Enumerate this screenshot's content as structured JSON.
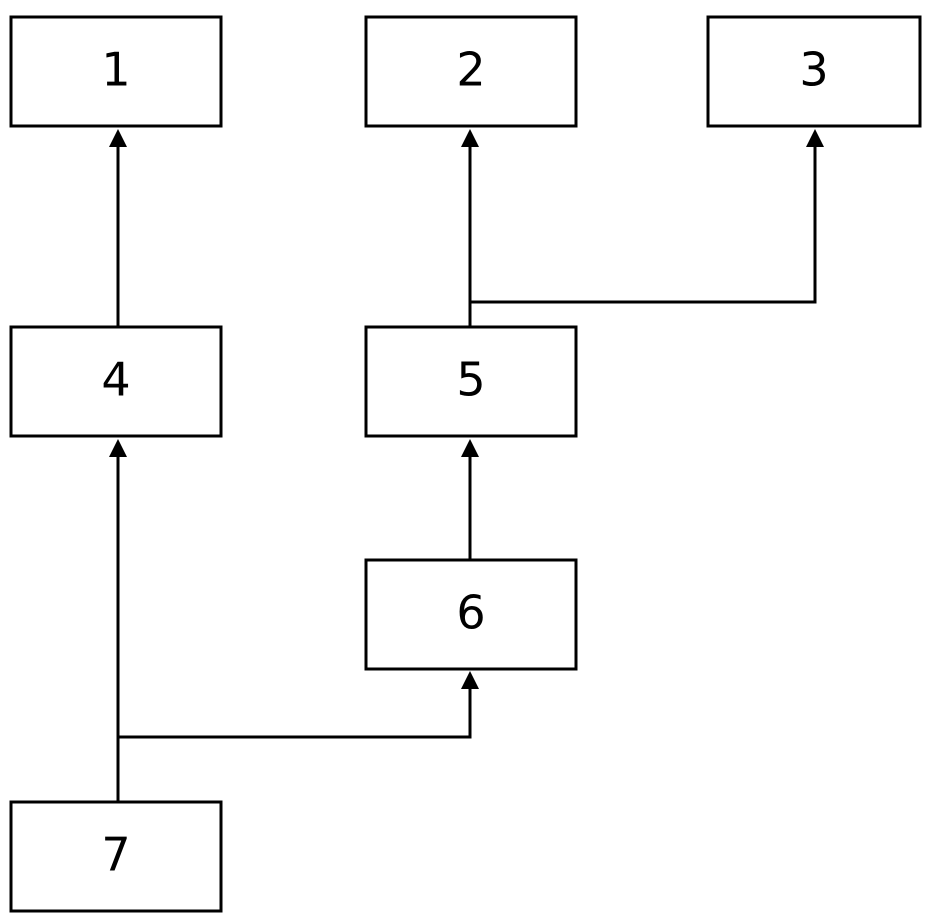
{
  "diagram": {
    "nodes": [
      {
        "id": "1",
        "label": "1"
      },
      {
        "id": "2",
        "label": "2"
      },
      {
        "id": "3",
        "label": "3"
      },
      {
        "id": "4",
        "label": "4"
      },
      {
        "id": "5",
        "label": "5"
      },
      {
        "id": "6",
        "label": "6"
      },
      {
        "id": "7",
        "label": "7"
      }
    ],
    "edges": [
      {
        "from": "4",
        "to": "1"
      },
      {
        "from": "5",
        "to": "2"
      },
      {
        "from": "5",
        "to": "3"
      },
      {
        "from": "6",
        "to": "5"
      },
      {
        "from": "7",
        "to": "4"
      },
      {
        "from": "7",
        "to": "6"
      }
    ],
    "colors": {
      "stroke": "#000000",
      "fill": "#ffffff"
    }
  }
}
